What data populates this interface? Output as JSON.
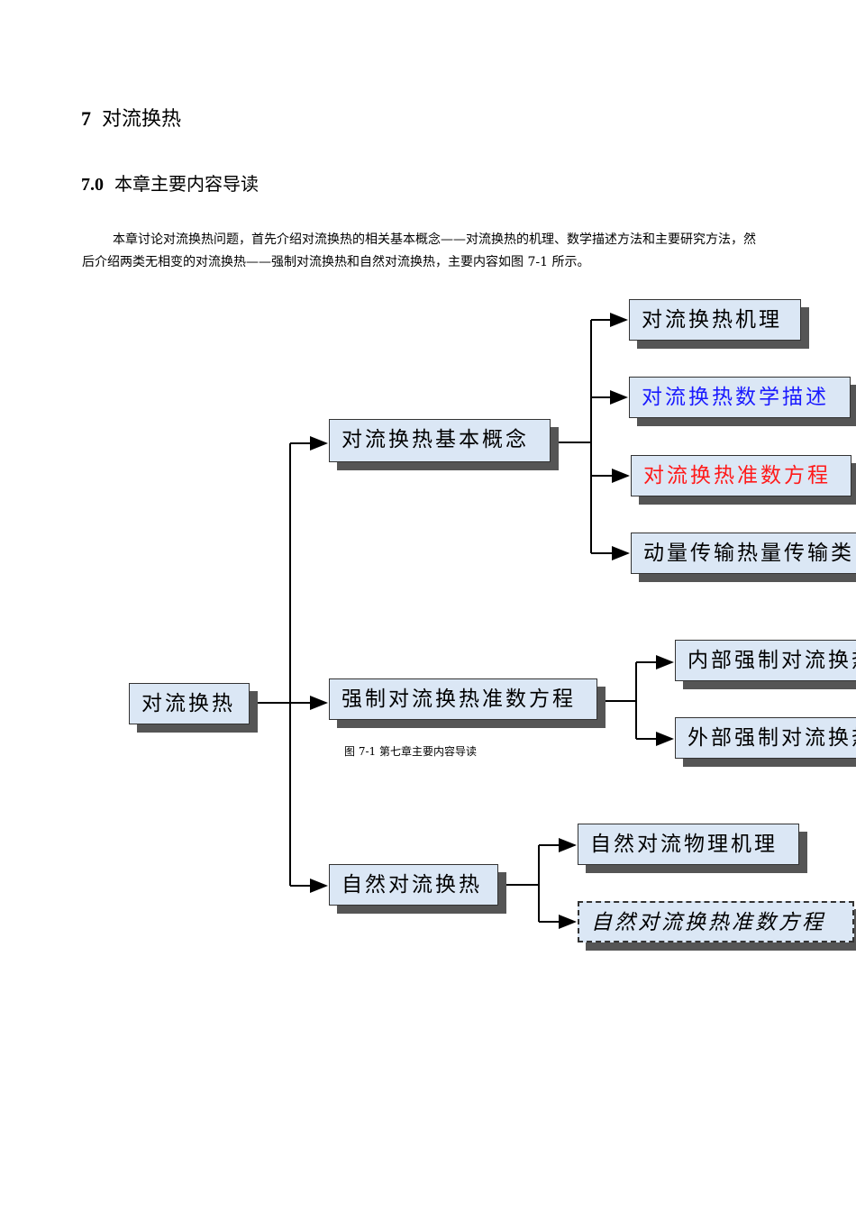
{
  "heading": {
    "number": "7",
    "title": "对流换热"
  },
  "subheading": {
    "number": "7.0",
    "title": "本章主要内容导读"
  },
  "paragraph": "本章讨论对流换热问题，首先介绍对流换热的相关基本概念——对流换热的机理、数学描述方法和主要研究方法，然后介绍两类无相变的对流换热——强制对流换热和自然对流换热，主要内容如图 7-1 所示。",
  "figure": {
    "caption": "图 7-1  第七章主要内容导读",
    "root": "对流换热",
    "branches": [
      {
        "label": "对流换热基本概念",
        "children": [
          {
            "label": "对流换热机理",
            "color": "#000000"
          },
          {
            "label": "对流换热数学描述",
            "color": "#1a1aff"
          },
          {
            "label": "对流换热准数方程",
            "color": "#ff1a1a"
          },
          {
            "label": "动量传输热量传输类",
            "color": "#000000"
          }
        ]
      },
      {
        "label": "强制对流换热准数方程",
        "children": [
          {
            "label": "内部强制对流换热"
          },
          {
            "label": "外部强制对流换热"
          }
        ]
      },
      {
        "label": "自然对流换热",
        "children": [
          {
            "label": "自然对流物理机理"
          },
          {
            "label": "自然对流换热准数方程"
          }
        ]
      }
    ]
  }
}
